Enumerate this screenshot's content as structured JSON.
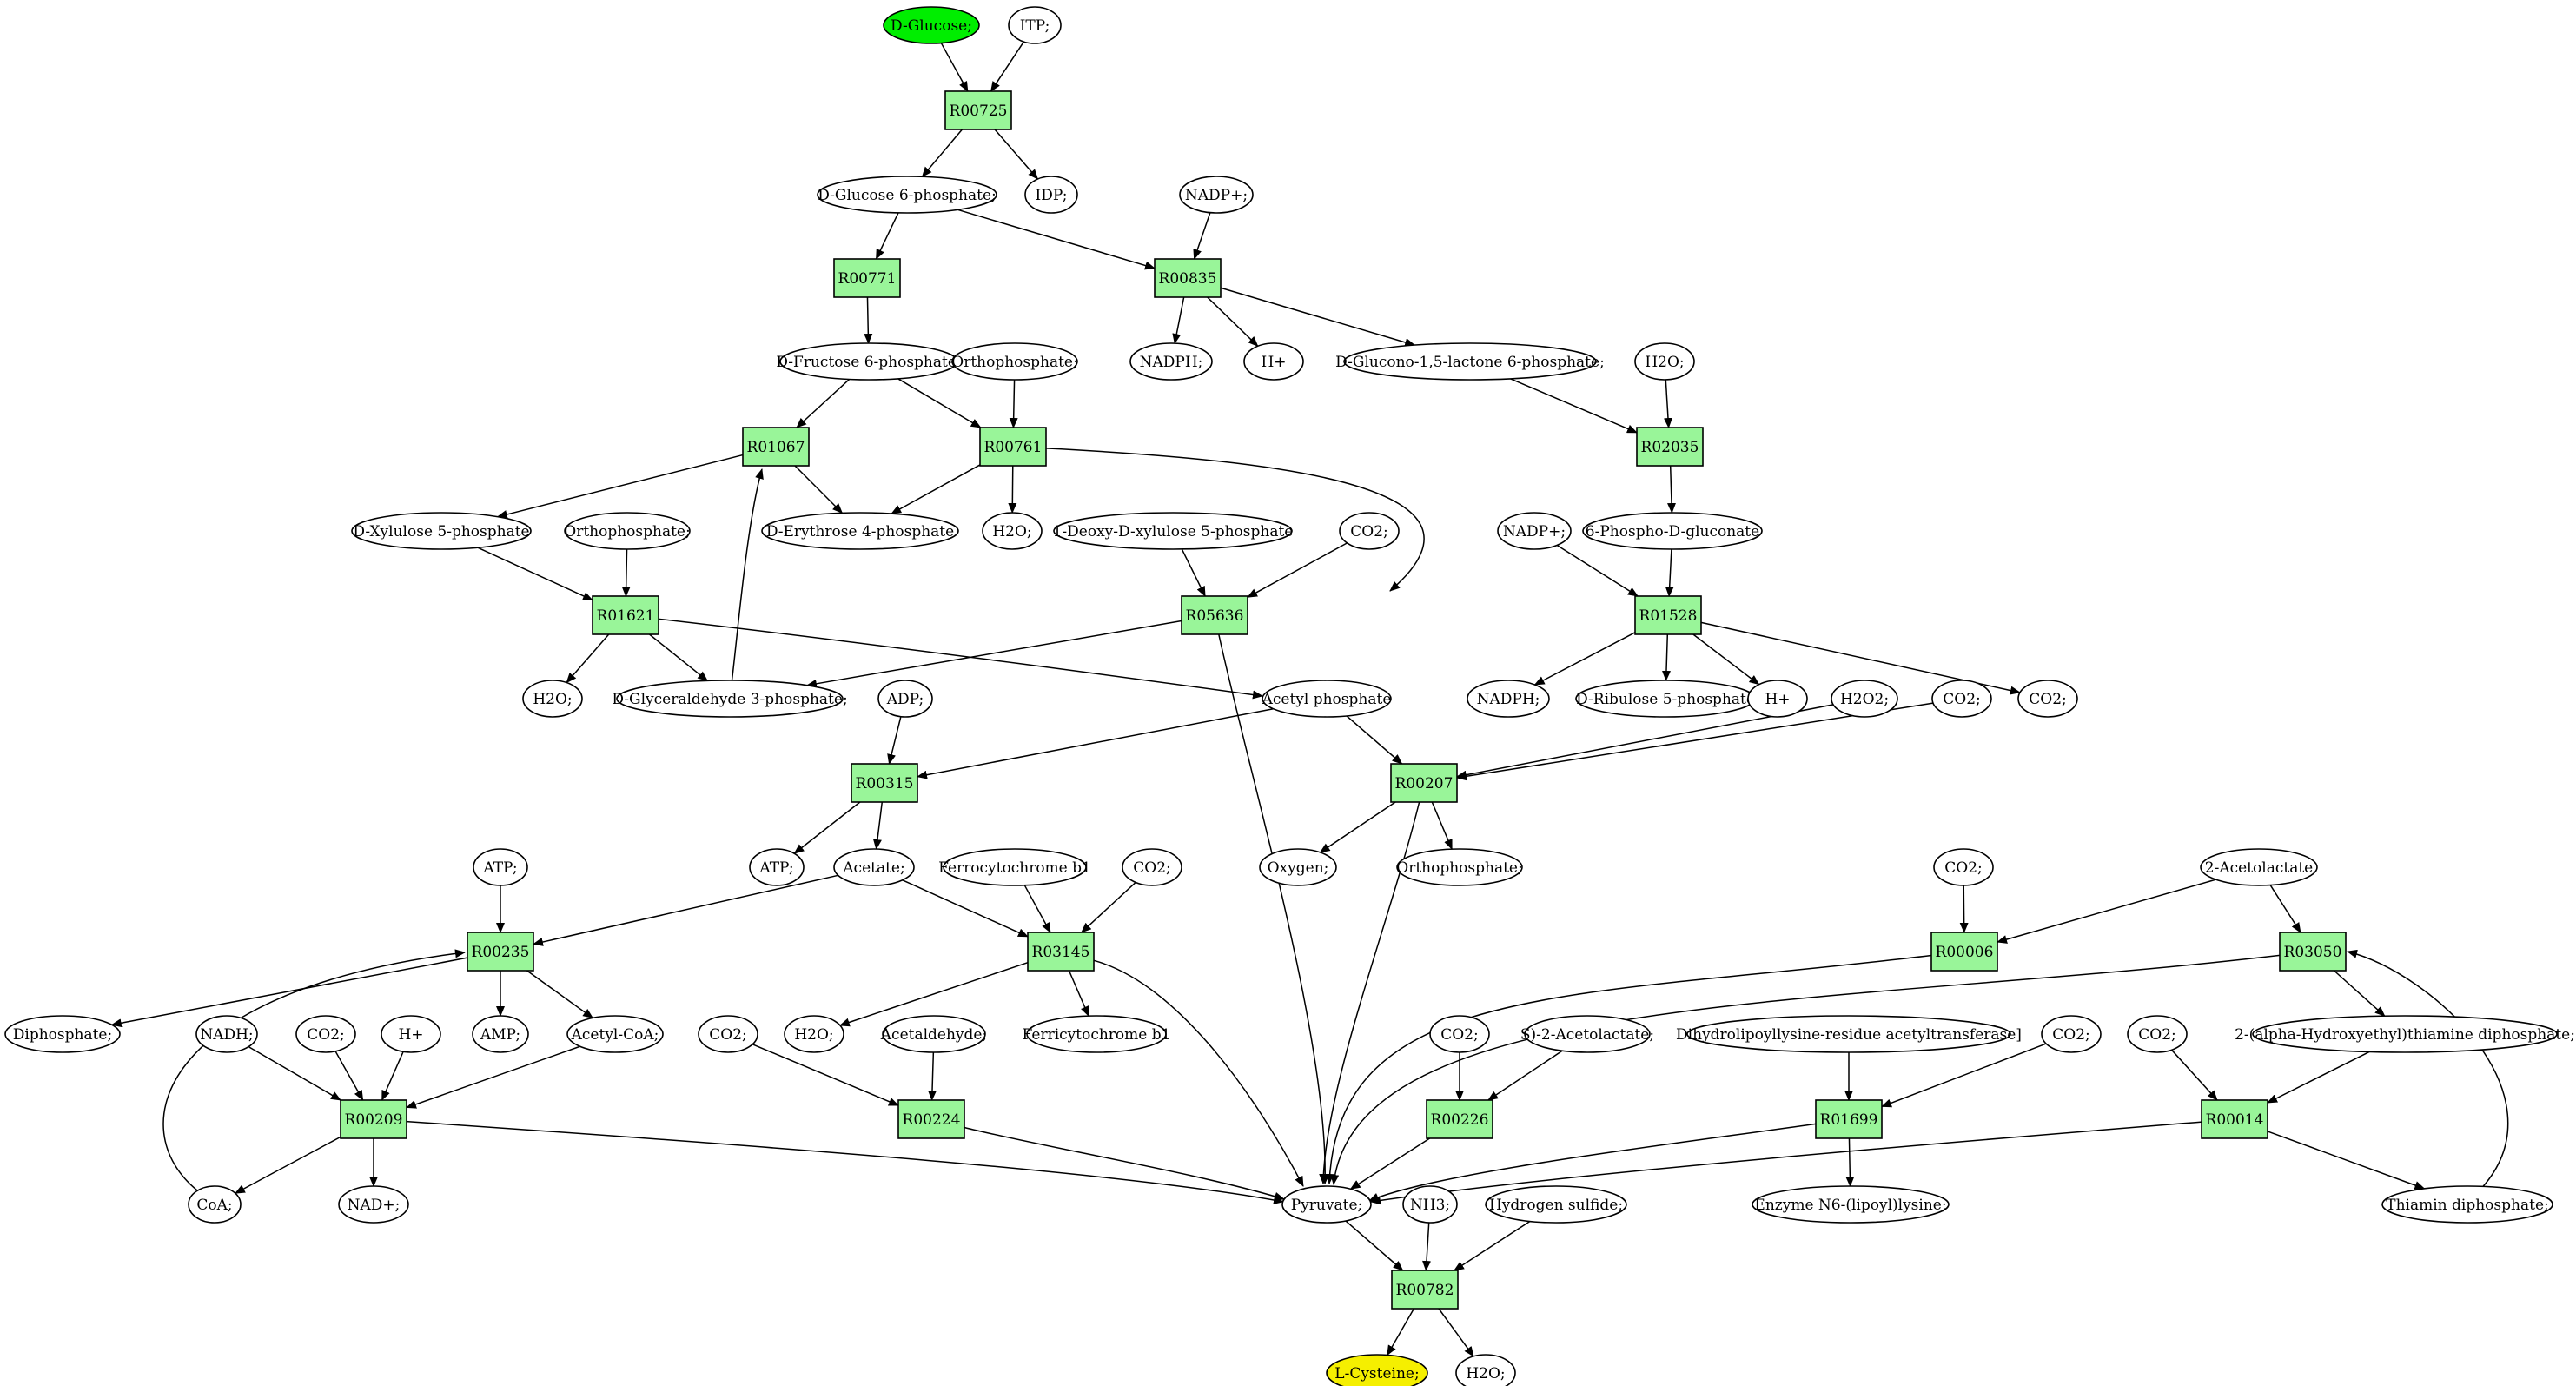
{
  "colors": {
    "reaction": "#99f599",
    "start": "#00ee00",
    "target": "#f5ef00",
    "compound": "#ffffff"
  },
  "nodes": [
    {
      "id": "glucose",
      "label": "D-Glucose;",
      "kind": "compound",
      "role": "start"
    },
    {
      "id": "itp",
      "label": "ITP;",
      "kind": "compound"
    },
    {
      "id": "r00725",
      "label": "R00725",
      "kind": "reaction"
    },
    {
      "id": "g6p",
      "label": "D-Glucose 6-phosphate;",
      "kind": "compound"
    },
    {
      "id": "idp",
      "label": "IDP;",
      "kind": "compound"
    },
    {
      "id": "nadp1",
      "label": "NADP+;",
      "kind": "compound"
    },
    {
      "id": "r00771",
      "label": "R00771",
      "kind": "reaction"
    },
    {
      "id": "r00835",
      "label": "R00835",
      "kind": "reaction"
    },
    {
      "id": "nadph1",
      "label": "NADPH;",
      "kind": "compound"
    },
    {
      "id": "hplus1",
      "label": "H+",
      "kind": "compound"
    },
    {
      "id": "glucono",
      "label": "D-Glucono-1,5-lactone 6-phosphate;",
      "kind": "compound"
    },
    {
      "id": "h2o_a",
      "label": "H2O;",
      "kind": "compound"
    },
    {
      "id": "f6p",
      "label": "D-Fructose 6-phosphate;",
      "kind": "compound"
    },
    {
      "id": "orthop1",
      "label": "Orthophosphate;",
      "kind": "compound"
    },
    {
      "id": "r02035",
      "label": "R02035",
      "kind": "reaction"
    },
    {
      "id": "r01067",
      "label": "R01067",
      "kind": "reaction"
    },
    {
      "id": "r00761",
      "label": "R00761",
      "kind": "reaction"
    },
    {
      "id": "xylulose",
      "label": "D-Xylulose 5-phosphate",
      "kind": "compound"
    },
    {
      "id": "orthop2",
      "label": "Orthophosphate;",
      "kind": "compound"
    },
    {
      "id": "erythrose",
      "label": "D-Erythrose 4-phosphate",
      "kind": "compound"
    },
    {
      "id": "h2o_b",
      "label": "H2O;",
      "kind": "compound"
    },
    {
      "id": "deoxyxyl",
      "label": "1-Deoxy-D-xylulose 5-phosphate",
      "kind": "compound"
    },
    {
      "id": "co2_a",
      "label": "CO2;",
      "kind": "compound"
    },
    {
      "id": "nadp2",
      "label": "NADP+;",
      "kind": "compound"
    },
    {
      "id": "phosphogluconate",
      "label": "6-Phospho-D-gluconate",
      "kind": "compound"
    },
    {
      "id": "r01621",
      "label": "R01621",
      "kind": "reaction"
    },
    {
      "id": "r05636",
      "label": "R05636",
      "kind": "reaction"
    },
    {
      "id": "r01528",
      "label": "R01528",
      "kind": "reaction"
    },
    {
      "id": "h2o_c",
      "label": "H2O;",
      "kind": "compound"
    },
    {
      "id": "gap",
      "label": "D-Glyceraldehyde 3-phosphate;",
      "kind": "compound"
    },
    {
      "id": "adp",
      "label": "ADP;",
      "kind": "compound"
    },
    {
      "id": "acetylp",
      "label": "Acetyl phosphate",
      "kind": "compound"
    },
    {
      "id": "nadph2",
      "label": "NADPH;",
      "kind": "compound"
    },
    {
      "id": "ribulose",
      "label": "D-Ribulose 5-phosphate",
      "kind": "compound"
    },
    {
      "id": "hplus2",
      "label": "H+",
      "kind": "compound"
    },
    {
      "id": "h2o2",
      "label": "H2O2;",
      "kind": "compound"
    },
    {
      "id": "co2_b",
      "label": "CO2;",
      "kind": "compound"
    },
    {
      "id": "co2_c",
      "label": "CO2;",
      "kind": "compound"
    },
    {
      "id": "r00315",
      "label": "R00315",
      "kind": "reaction"
    },
    {
      "id": "r00207",
      "label": "R00207",
      "kind": "reaction"
    },
    {
      "id": "atp1",
      "label": "ATP;",
      "kind": "compound"
    },
    {
      "id": "acetate",
      "label": "Acetate;",
      "kind": "compound"
    },
    {
      "id": "ferrocyt",
      "label": "Ferrocytochrome b1",
      "kind": "compound"
    },
    {
      "id": "co2_d",
      "label": "CO2;",
      "kind": "compound"
    },
    {
      "id": "oxygen",
      "label": "Oxygen;",
      "kind": "compound"
    },
    {
      "id": "orthop3",
      "label": "Orthophosphate;",
      "kind": "compound"
    },
    {
      "id": "co2_e",
      "label": "CO2;",
      "kind": "compound"
    },
    {
      "id": "acetolactate2",
      "label": "2-Acetolactate",
      "kind": "compound"
    },
    {
      "id": "atp2",
      "label": "ATP;",
      "kind": "compound"
    },
    {
      "id": "r00235",
      "label": "R00235",
      "kind": "reaction"
    },
    {
      "id": "r03145",
      "label": "R03145",
      "kind": "reaction"
    },
    {
      "id": "r00006",
      "label": "R00006",
      "kind": "reaction"
    },
    {
      "id": "r03050",
      "label": "R03050",
      "kind": "reaction"
    },
    {
      "id": "diphosphate",
      "label": "Diphosphate;",
      "kind": "compound"
    },
    {
      "id": "nadh",
      "label": "NADH;",
      "kind": "compound"
    },
    {
      "id": "co2_f",
      "label": "CO2;",
      "kind": "compound"
    },
    {
      "id": "hplus3",
      "label": "H+",
      "kind": "compound"
    },
    {
      "id": "amp",
      "label": "AMP;",
      "kind": "compound"
    },
    {
      "id": "acetylcoa",
      "label": "Acetyl-CoA;",
      "kind": "compound"
    },
    {
      "id": "co2_g",
      "label": "CO2;",
      "kind": "compound"
    },
    {
      "id": "h2o_d",
      "label": "H2O;",
      "kind": "compound"
    },
    {
      "id": "acetaldehyde",
      "label": "Acetaldehyde;",
      "kind": "compound"
    },
    {
      "id": "ferricyt",
      "label": "Ferricytochrome b1",
      "kind": "compound"
    },
    {
      "id": "co2_h",
      "label": "CO2;",
      "kind": "compound"
    },
    {
      "id": "s_acetolactate",
      "label": "S)-2-Acetolactate;",
      "kind": "compound"
    },
    {
      "id": "dihydrolipoyl",
      "label": "Dihydrolipoyllysine-residue acetyltransferase]",
      "kind": "compound"
    },
    {
      "id": "co2_i",
      "label": "CO2;",
      "kind": "compound"
    },
    {
      "id": "co2_j",
      "label": "CO2;",
      "kind": "compound"
    },
    {
      "id": "hydroxyethyl",
      "label": "2-(alpha-Hydroxyethyl)thiamine diphosphate;",
      "kind": "compound"
    },
    {
      "id": "r00209",
      "label": "R00209",
      "kind": "reaction"
    },
    {
      "id": "r00224",
      "label": "R00224",
      "kind": "reaction"
    },
    {
      "id": "r00226",
      "label": "R00226",
      "kind": "reaction"
    },
    {
      "id": "r01699",
      "label": "R01699",
      "kind": "reaction"
    },
    {
      "id": "r00014",
      "label": "R00014",
      "kind": "reaction"
    },
    {
      "id": "coa",
      "label": "CoA;",
      "kind": "compound"
    },
    {
      "id": "nadplus",
      "label": "NAD+;",
      "kind": "compound"
    },
    {
      "id": "pyruvate",
      "label": "Pyruvate;",
      "kind": "compound"
    },
    {
      "id": "nh3",
      "label": "NH3;",
      "kind": "compound"
    },
    {
      "id": "h2s",
      "label": "Hydrogen sulfide;",
      "kind": "compound"
    },
    {
      "id": "lipoyllysine",
      "label": "Enzyme N6-(lipoyl)lysine;",
      "kind": "compound"
    },
    {
      "id": "thiamin",
      "label": "Thiamin diphosphate;",
      "kind": "compound"
    },
    {
      "id": "r00782",
      "label": "R00782",
      "kind": "reaction"
    },
    {
      "id": "cysteine",
      "label": "L-Cysteine;",
      "kind": "compound",
      "role": "target"
    },
    {
      "id": "h2o_e",
      "label": "H2O;",
      "kind": "compound"
    }
  ],
  "edges": [
    [
      "glucose",
      "r00725"
    ],
    [
      "itp",
      "r00725"
    ],
    [
      "r00725",
      "g6p"
    ],
    [
      "r00725",
      "idp"
    ],
    [
      "g6p",
      "r00771"
    ],
    [
      "g6p",
      "r00835"
    ],
    [
      "nadp1",
      "r00835"
    ],
    [
      "r00835",
      "nadph1"
    ],
    [
      "r00835",
      "hplus1"
    ],
    [
      "r00835",
      "glucono"
    ],
    [
      "r00771",
      "f6p"
    ],
    [
      "glucono",
      "r02035"
    ],
    [
      "h2o_a",
      "r02035"
    ],
    [
      "r02035",
      "phosphogluconate"
    ],
    [
      "f6p",
      "r01067"
    ],
    [
      "f6p",
      "r00761"
    ],
    [
      "orthop1",
      "r00761"
    ],
    [
      "r01067",
      "xylulose"
    ],
    [
      "r01067",
      "erythrose"
    ],
    [
      "r00761",
      "erythrose"
    ],
    [
      "r00761",
      "h2o_b"
    ],
    [
      "r00761",
      "acetylp"
    ],
    [
      "xylulose",
      "r01621"
    ],
    [
      "orthop2",
      "r01621"
    ],
    [
      "r01621",
      "h2o_c"
    ],
    [
      "r01621",
      "gap"
    ],
    [
      "r01621",
      "acetylp"
    ],
    [
      "gap",
      "r01067"
    ],
    [
      "deoxyxyl",
      "r05636"
    ],
    [
      "co2_a",
      "r05636"
    ],
    [
      "r05636",
      "gap"
    ],
    [
      "r05636",
      "pyruvate"
    ],
    [
      "nadp2",
      "r01528"
    ],
    [
      "phosphogluconate",
      "r01528"
    ],
    [
      "r01528",
      "nadph2"
    ],
    [
      "r01528",
      "ribulose"
    ],
    [
      "r01528",
      "hplus2"
    ],
    [
      "r01528",
      "co2_c"
    ],
    [
      "adp",
      "r00315"
    ],
    [
      "acetylp",
      "r00315"
    ],
    [
      "acetylp",
      "r00207"
    ],
    [
      "h2o2",
      "r00207"
    ],
    [
      "co2_b",
      "r00207"
    ],
    [
      "r00315",
      "atp1"
    ],
    [
      "r00315",
      "acetate"
    ],
    [
      "r00207",
      "oxygen"
    ],
    [
      "r00207",
      "orthop3"
    ],
    [
      "r00207",
      "pyruvate"
    ],
    [
      "atp2",
      "r00235"
    ],
    [
      "acetate",
      "r00235"
    ],
    [
      "acetate",
      "r03145"
    ],
    [
      "ferrocyt",
      "r03145"
    ],
    [
      "co2_d",
      "r03145"
    ],
    [
      "co2_e",
      "r00006"
    ],
    [
      "acetolactate2",
      "r00006"
    ],
    [
      "acetolactate2",
      "r03050"
    ],
    [
      "r00235",
      "diphosphate"
    ],
    [
      "r00235",
      "amp"
    ],
    [
      "r00235",
      "acetylcoa"
    ],
    [
      "coa",
      "r00235"
    ],
    [
      "r03145",
      "h2o_d"
    ],
    [
      "r03145",
      "ferricyt"
    ],
    [
      "r03145",
      "pyruvate"
    ],
    [
      "r00006",
      "pyruvate"
    ],
    [
      "r03050",
      "pyruvate"
    ],
    [
      "r03050",
      "hydroxyethyl"
    ],
    [
      "thiamin",
      "r03050"
    ],
    [
      "nadh",
      "r00209"
    ],
    [
      "co2_f",
      "r00209"
    ],
    [
      "hplus3",
      "r00209"
    ],
    [
      "acetylcoa",
      "r00209"
    ],
    [
      "r00209",
      "coa"
    ],
    [
      "r00209",
      "nadplus"
    ],
    [
      "r00209",
      "pyruvate"
    ],
    [
      "co2_g",
      "r00224"
    ],
    [
      "acetaldehyde",
      "r00224"
    ],
    [
      "r00224",
      "pyruvate"
    ],
    [
      "co2_h",
      "r00226"
    ],
    [
      "s_acetolactate",
      "r00226"
    ],
    [
      "r00226",
      "pyruvate"
    ],
    [
      "dihydrolipoyl",
      "r01699"
    ],
    [
      "co2_i",
      "r01699"
    ],
    [
      "r01699",
      "pyruvate"
    ],
    [
      "r01699",
      "lipoyllysine"
    ],
    [
      "co2_j",
      "r00014"
    ],
    [
      "hydroxyethyl",
      "r00014"
    ],
    [
      "r00014",
      "pyruvate"
    ],
    [
      "r00014",
      "thiamin"
    ],
    [
      "pyruvate",
      "r00782"
    ],
    [
      "nh3",
      "r00782"
    ],
    [
      "h2s",
      "r00782"
    ],
    [
      "r00782",
      "cysteine"
    ],
    [
      "r00782",
      "h2o_e"
    ]
  ]
}
